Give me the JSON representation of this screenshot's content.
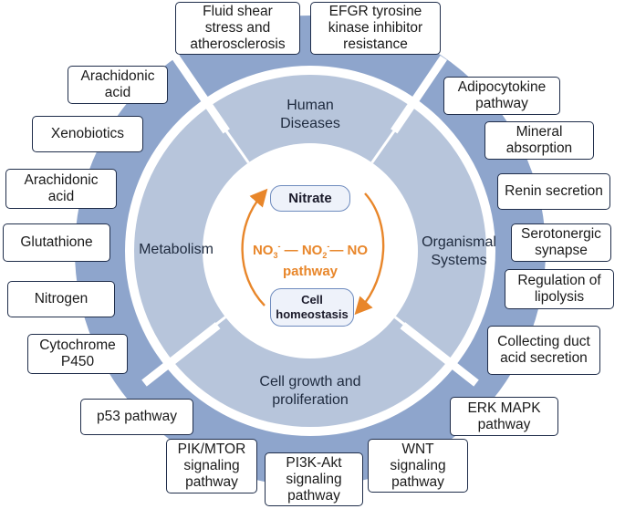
{
  "categories": {
    "human_diseases": "Human\nDiseases",
    "organismal_systems": "Organismal\nSystems",
    "metabolism": "Metabolism",
    "cell_growth": "Cell growth and\nproliferation"
  },
  "center": {
    "top_pill": "Nitrate",
    "bottom_pill": "Cell\nhomeostasis",
    "pathway_no3": "NO",
    "pathway_no3_sub": "3",
    "pathway_no3_sup": "-",
    "pathway_dash1": " — ",
    "pathway_no2": "NO",
    "pathway_no2_sub": "2",
    "pathway_no2_sup": "-",
    "pathway_dash2": "— ",
    "pathway_no": "NO",
    "pathway_word": "pathway"
  },
  "human_diseases_items": [
    "Fluid shear\nstress and\natherosclerosis",
    "EFGR tyrosine\nkinase inhibitor\nresistance"
  ],
  "organismal_items": [
    "Adipocytokine\npathway",
    "Mineral\nabsorption",
    "Renin secretion",
    "Serotonergic\nsynapse",
    "Regulation of\nlipolysis",
    "Collecting duct\nacid secretion"
  ],
  "metabolism_items": [
    "Arachidonic\nacid",
    "Xenobiotics",
    "Arachidonic\nacid",
    "Glutathione",
    "Nitrogen",
    "Cytochrome\nP450"
  ],
  "cell_growth_items": [
    "ERK  MAPK\npathway",
    "WNT\nsignaling\npathway",
    "PI3K-Akt\nsignaling\npathway",
    "PIK/MTOR\nsignaling\npathway",
    "p53 pathway"
  ],
  "colors": {
    "outer_ring": "#8ea5cc",
    "inner_ring": "#b7c5db",
    "core": "#ffffff",
    "separator": "#ffffff",
    "label_border": "#1f2d4a",
    "pathway_orange": "#e8862a",
    "pill_fill": "#eef2fa",
    "pill_border": "#6e8bbe"
  }
}
